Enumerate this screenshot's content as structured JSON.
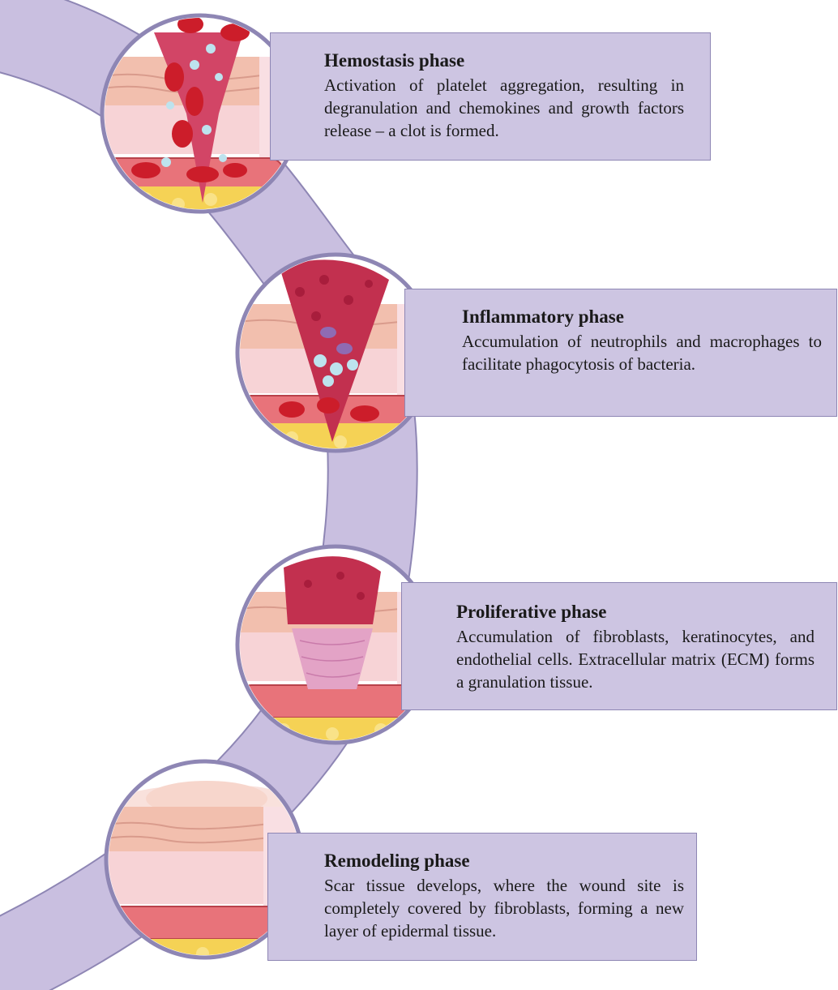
{
  "phases": [
    {
      "title": "Hemostasis phase",
      "description": "Activation of platelet aggregation, resulting in degranulation and chemokines and growth factors release – a clot is formed."
    },
    {
      "title": "Inflammatory phase",
      "description": "Accumulation of neutrophils and macrophages to facilitate phagocytosis of bacteria."
    },
    {
      "title": "Proliferative phase",
      "description": "Accumulation of fibroblasts, keratinocytes, and endothelial cells. Extracellular matrix (ECM) forms a granulation tissue."
    },
    {
      "title": "Remodeling phase",
      "description": "Scar tissue develops, where the wound site is completely covered by fibroblasts, forming a new layer of epidermal tissue."
    }
  ],
  "colors": {
    "arc": "#c9bfe0",
    "arc_edge": "#8e86b4",
    "box_fill": "#cdc5e2",
    "skin_outer": "#f2bfae",
    "dermis": "#f7d3d6",
    "blood": "#cc1d2a",
    "clot": "#c2304f",
    "fat": "#f5d255",
    "vessel": "#e8737a",
    "platelet": "#bde3ee"
  }
}
